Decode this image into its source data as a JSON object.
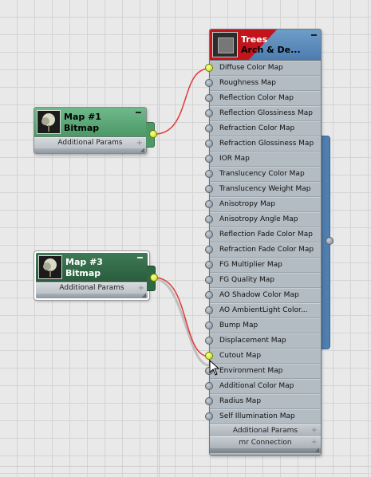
{
  "main_node": {
    "title_line1": "Trees",
    "title_line2": "Arch & De...",
    "slots": [
      {
        "label": "Diffuse Color Map",
        "connected": true
      },
      {
        "label": "Roughness Map",
        "connected": false
      },
      {
        "label": "Reflection Color Map",
        "connected": false
      },
      {
        "label": "Reflection Glossiness Map",
        "connected": false
      },
      {
        "label": "Refraction Color Map",
        "connected": false
      },
      {
        "label": "Refraction Glossiness Map",
        "connected": false
      },
      {
        "label": "IOR Map",
        "connected": false
      },
      {
        "label": "Translucency Color Map",
        "connected": false
      },
      {
        "label": "Translucency Weight Map",
        "connected": false
      },
      {
        "label": "Anisotropy Map",
        "connected": false
      },
      {
        "label": "Anisotropy Angle Map",
        "connected": false
      },
      {
        "label": "Reflection Fade Color Map",
        "connected": false
      },
      {
        "label": "Refraction Fade Color Map",
        "connected": false
      },
      {
        "label": "FG Multiplier Map",
        "connected": false
      },
      {
        "label": "FG Quality Map",
        "connected": false
      },
      {
        "label": "AO Shadow Color Map",
        "connected": false
      },
      {
        "label": "AO AmbientLight Color...",
        "connected": false
      },
      {
        "label": "Bump Map",
        "connected": false
      },
      {
        "label": "Displacement Map",
        "connected": false
      },
      {
        "label": "Cutout Map",
        "connected": true
      },
      {
        "label": "Environment Map",
        "connected": false
      },
      {
        "label": "Additional Color Map",
        "connected": false
      },
      {
        "label": "Radius Map",
        "connected": false
      },
      {
        "label": "Self Illumination Map",
        "connected": false
      }
    ],
    "footer_rows": [
      "Additional Params",
      "mr Connection"
    ]
  },
  "map1": {
    "title": "Map #1",
    "subtitle": "Bitmap",
    "params_label": "Additional Params"
  },
  "map3": {
    "title": "Map #3",
    "subtitle": "Bitmap",
    "params_label": "Additional Params"
  },
  "colors": {
    "wire": "#e23a3a",
    "active_port": "#c8e000",
    "main_header": "#4d7db0",
    "map1_header": "#4c9867",
    "map3_header": "#2a5c3d"
  },
  "icons": [
    "tree-thumbnail-icon",
    "material-thumbnail-icon",
    "minimize-icon",
    "plus-icon",
    "resize-grip-icon",
    "mouse-pointer-icon"
  ]
}
